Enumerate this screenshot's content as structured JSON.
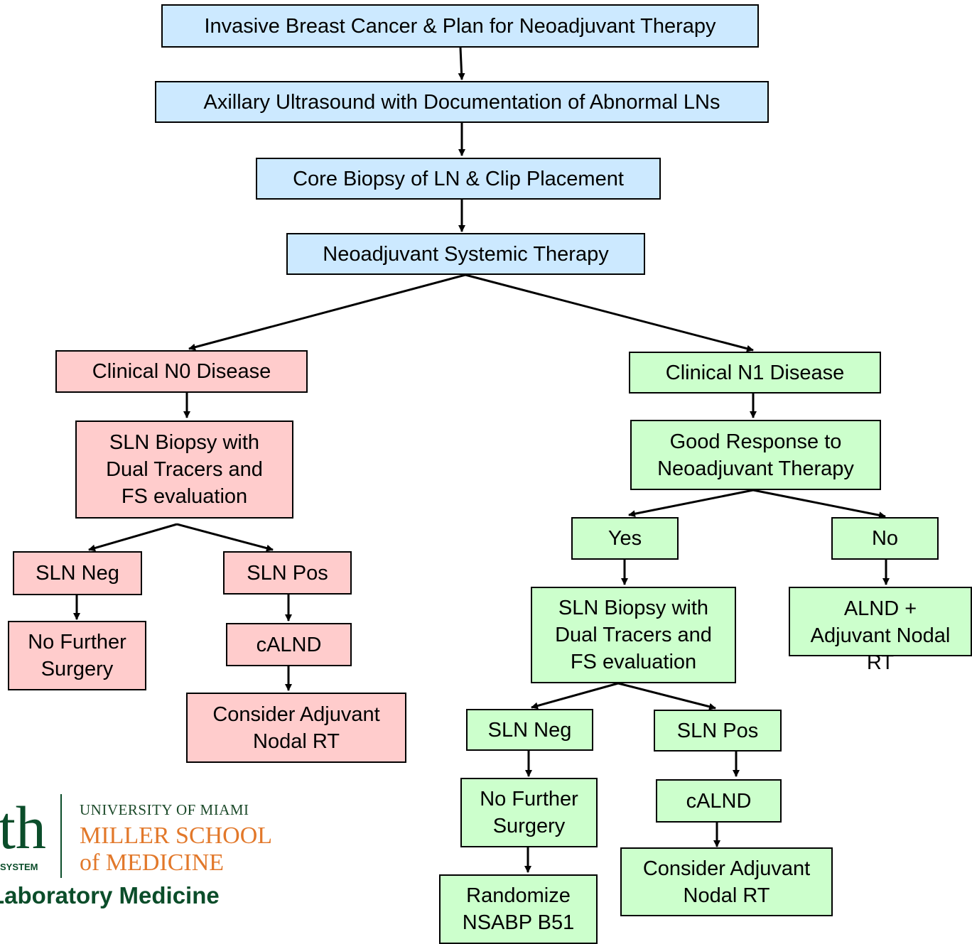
{
  "nodes": {
    "n1": "Invasive Breast Cancer & Plan for Neoadjuvant Therapy",
    "n2": "Axillary Ultrasound with Documentation of Abnormal LNs",
    "n3": "Core Biopsy of LN & Clip Placement",
    "n4": "Neoadjuvant Systemic Therapy",
    "n0": "Clinical N0 Disease",
    "n0_biopsy": "SLN Biopsy with\nDual Tracers and\nFS evaluation",
    "n0_neg": "SLN Neg",
    "n0_pos": "SLN Pos",
    "n0_nofurther": "No Further\nSurgery",
    "n0_calnd": "cALND",
    "n0_consider": "Consider Adjuvant\nNodal RT",
    "n1d": "Clinical N1 Disease",
    "n1_good": "Good Response to\nNeoadjuvant Therapy",
    "n1_yes": "Yes",
    "n1_no": "No",
    "n1_biopsy": "SLN Biopsy with\nDual Tracers and\nFS evaluation",
    "n1_alnd": "ALND +\nAdjuvant Nodal\nRT",
    "n1_neg": "SLN Neg",
    "n1_pos": "SLN Pos",
    "n1_nofurther": "No Further\nSurgery",
    "n1_calnd": "cALND",
    "n1_randomize": "Randomize\nNSABP B51",
    "n1_consider": "Consider Adjuvant\nNodal RT"
  },
  "logo": {
    "mark": "th",
    "system": "SYSTEM",
    "university": "UNIVERSITY OF MIAMI",
    "school_line1": "MILLER SCHOOL",
    "school_line2": "of MEDICINE",
    "department": "Laboratory Medicine"
  },
  "colors": {
    "blue": "#cce9ff",
    "pink": "#ffcccc",
    "green": "#ccffcc",
    "logo_green": "#0b4d2a",
    "logo_orange": "#e2782a"
  }
}
